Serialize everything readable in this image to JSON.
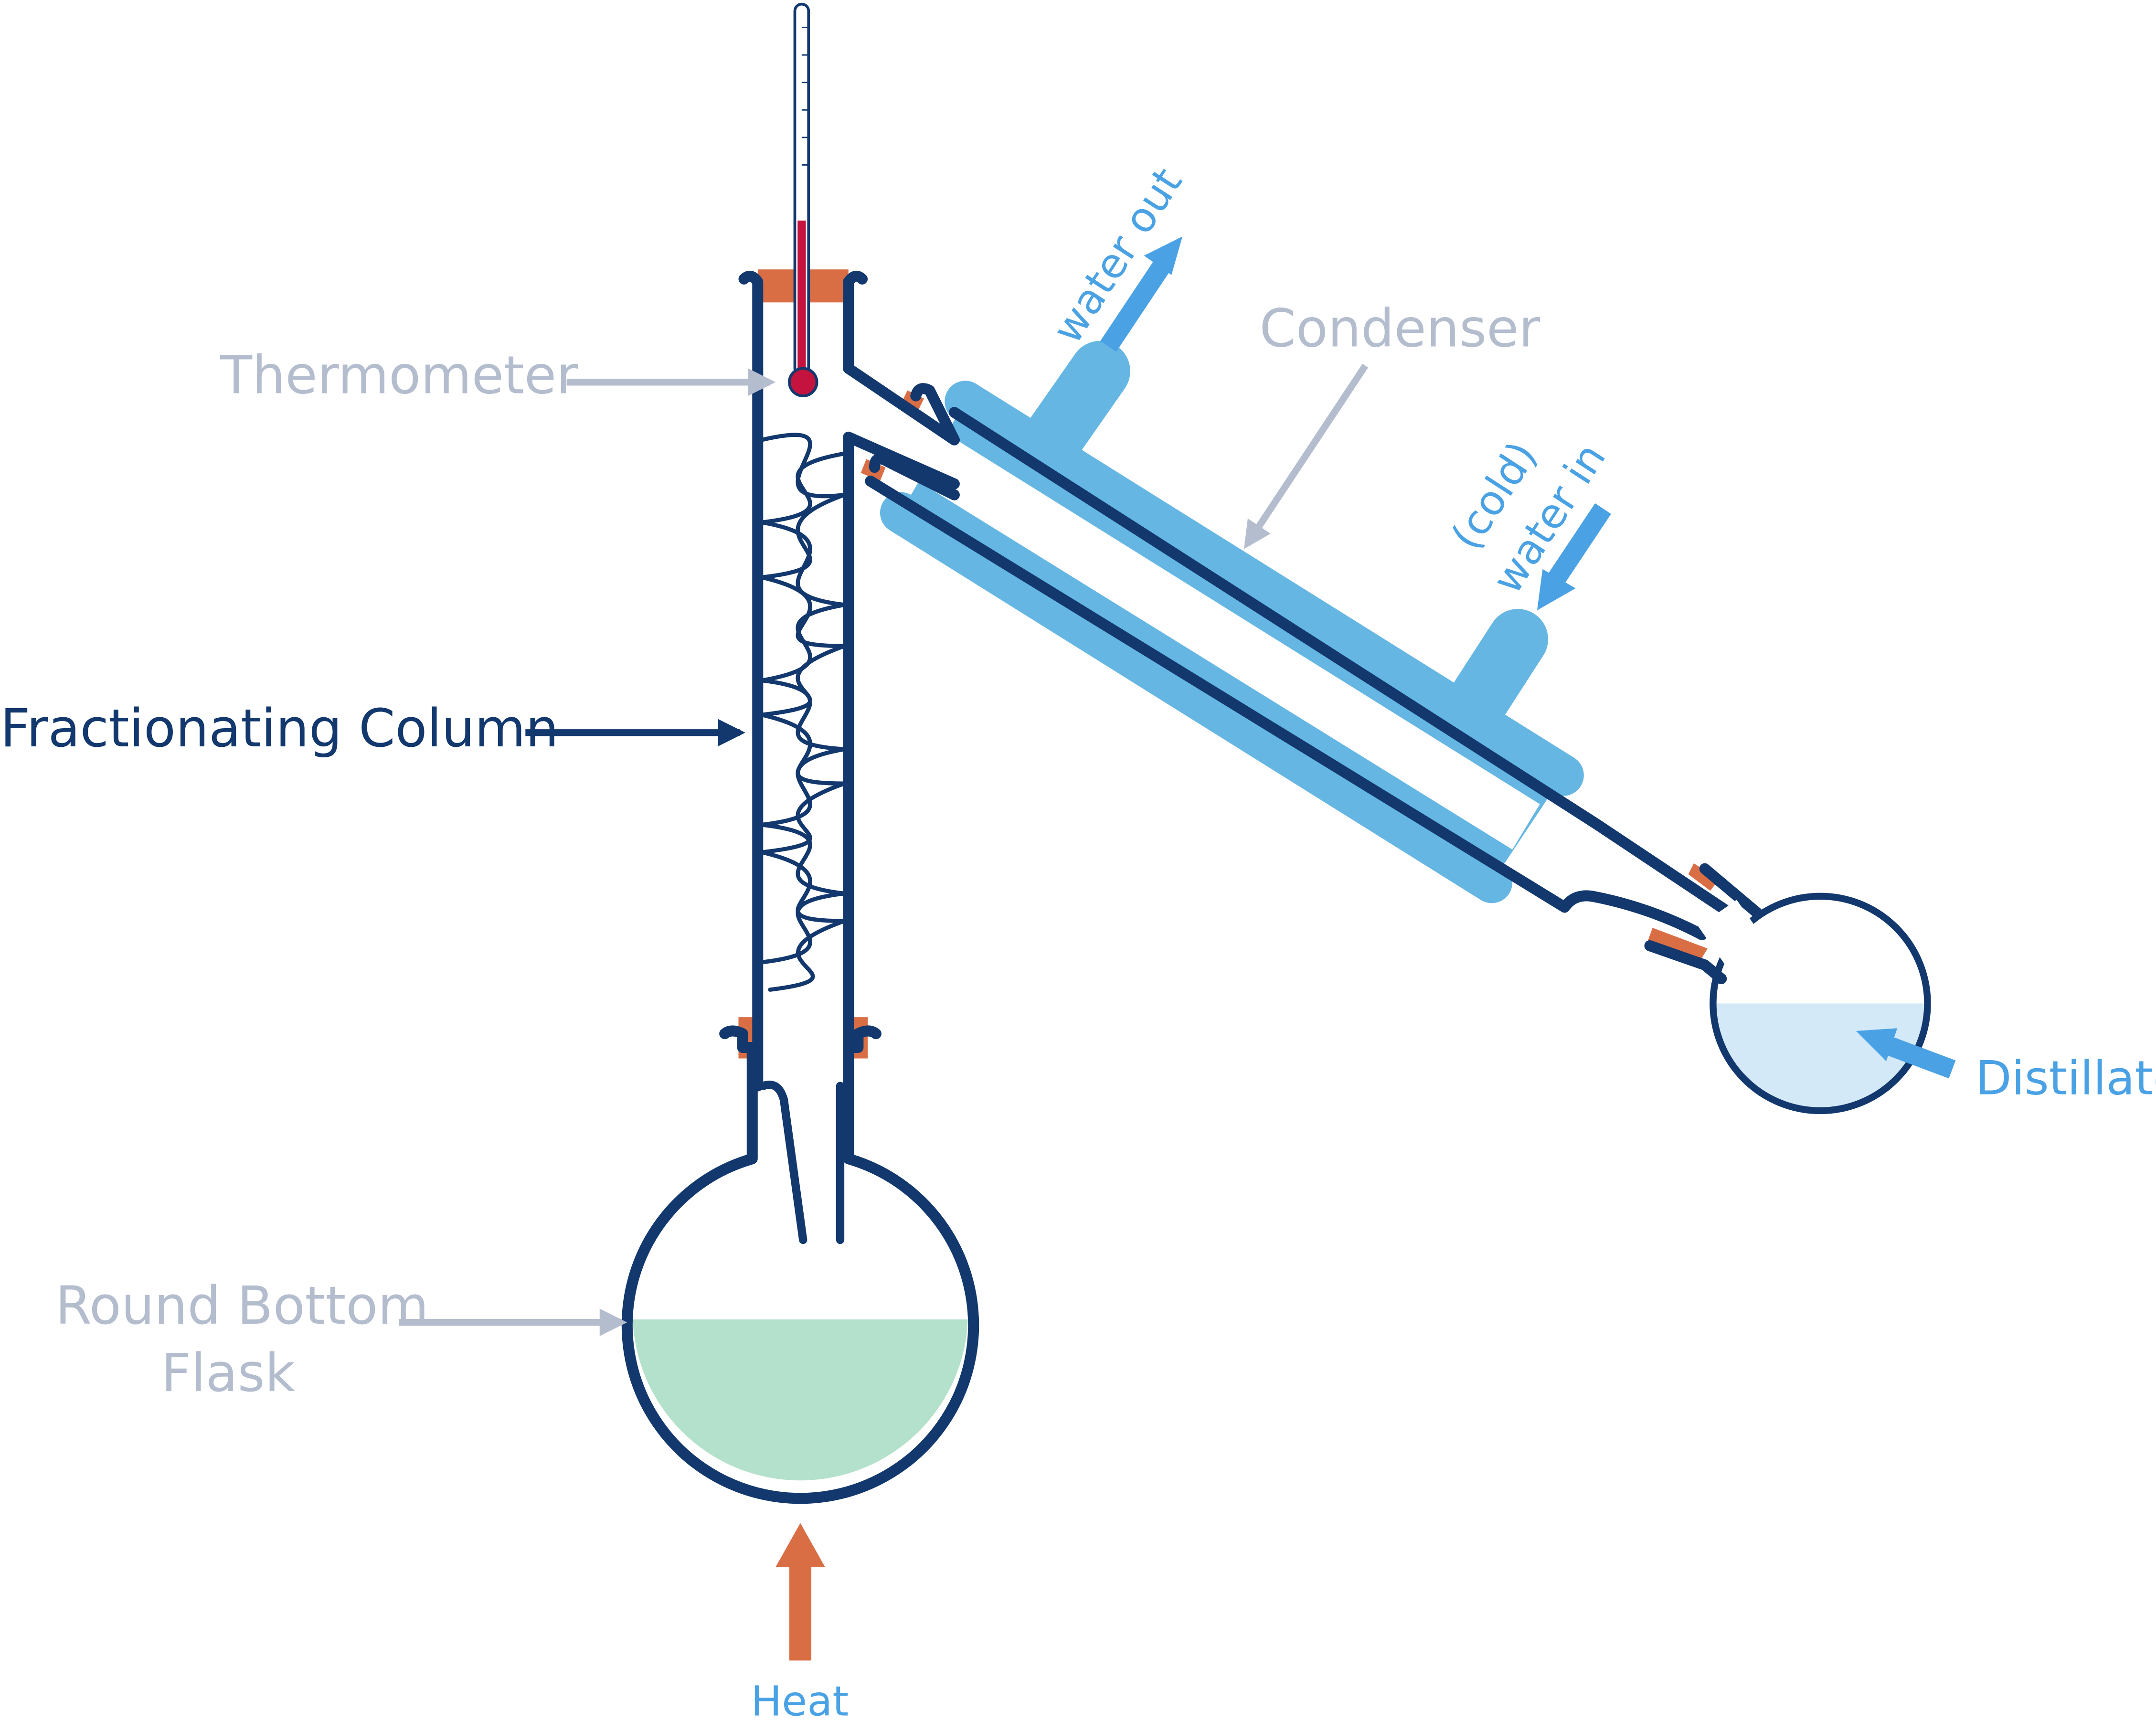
{
  "labels": {
    "thermometer": "Thermometer",
    "condenser": "Condenser",
    "water_out": "water out",
    "water_in_line1": "(cold)",
    "water_in_line2": "water in",
    "fractionating_column": "Fractionating Column",
    "round_bottom_line1": "Round Bottom",
    "round_bottom_line2": "Flask",
    "distillate": "Distillate",
    "heat": "Heat"
  },
  "colors": {
    "glass": "#12386e",
    "condenser_jacket": "#65b6e3",
    "stopper": "#d96e45",
    "thermometer_liquid": "#c3133e",
    "flask_liquid": "#b4e1cb",
    "distillate_liquid": "#d3e9f7",
    "label_grey": "#b4bdce",
    "label_blue": "#4aa2e4",
    "label_navy": "#12386e",
    "heat_arrow": "#d96e45"
  },
  "thermometer": {
    "fill_level": 0.42
  },
  "flask": {
    "fill_level": 0.48
  },
  "receiver": {
    "fill_level": 0.5
  }
}
